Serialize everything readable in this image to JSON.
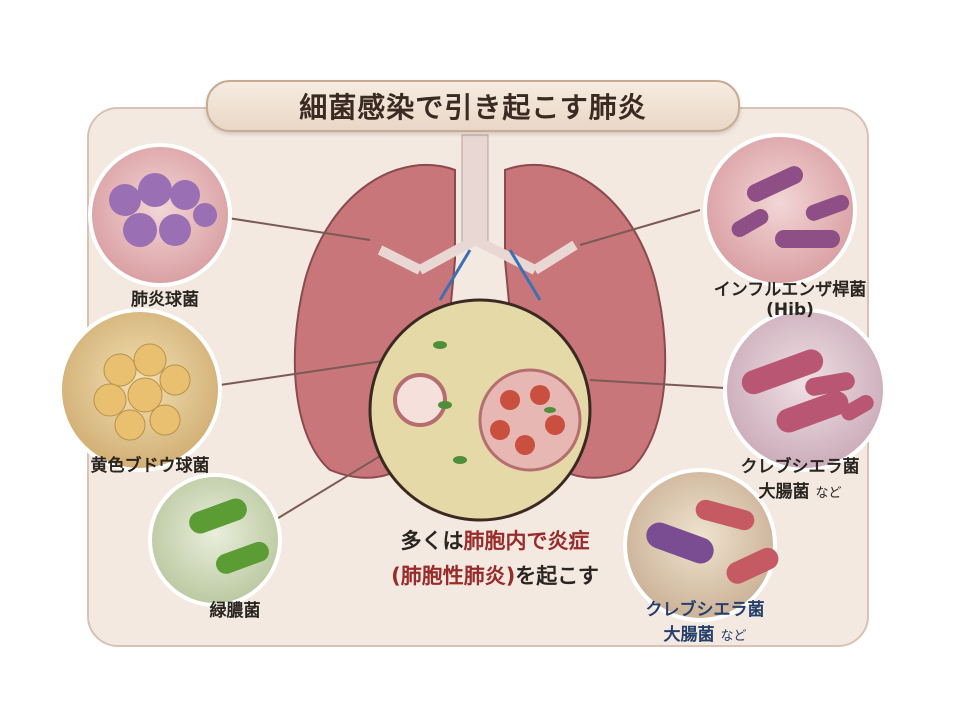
{
  "title": "細菌感染で引き起こす肺炎",
  "bacteria": [
    {
      "name": "肺炎球菌"
    },
    {
      "name": "黄色ブドウ球菌"
    },
    {
      "name": "緑膿菌"
    },
    {
      "name": "インフルエンザ桿菌",
      "sub": "(Hib)"
    },
    {
      "name": "クレブシエラ菌",
      "sub": "大腸菌",
      "suffix": "など"
    },
    {
      "name": "クレブシエラ菌",
      "sub": "大腸菌",
      "suffix": "など"
    }
  ],
  "center_caption": {
    "line1_pre": "多くは",
    "line1_red": "肺胞内で炎症",
    "line2_red": "(肺胞性肺炎)",
    "line2_post": "を起こす"
  },
  "colors": {
    "panel": "#f3e9e1",
    "lung": "#c9767a",
    "accent_red": "#9a2b2b",
    "accent_blue": "#27406b"
  }
}
